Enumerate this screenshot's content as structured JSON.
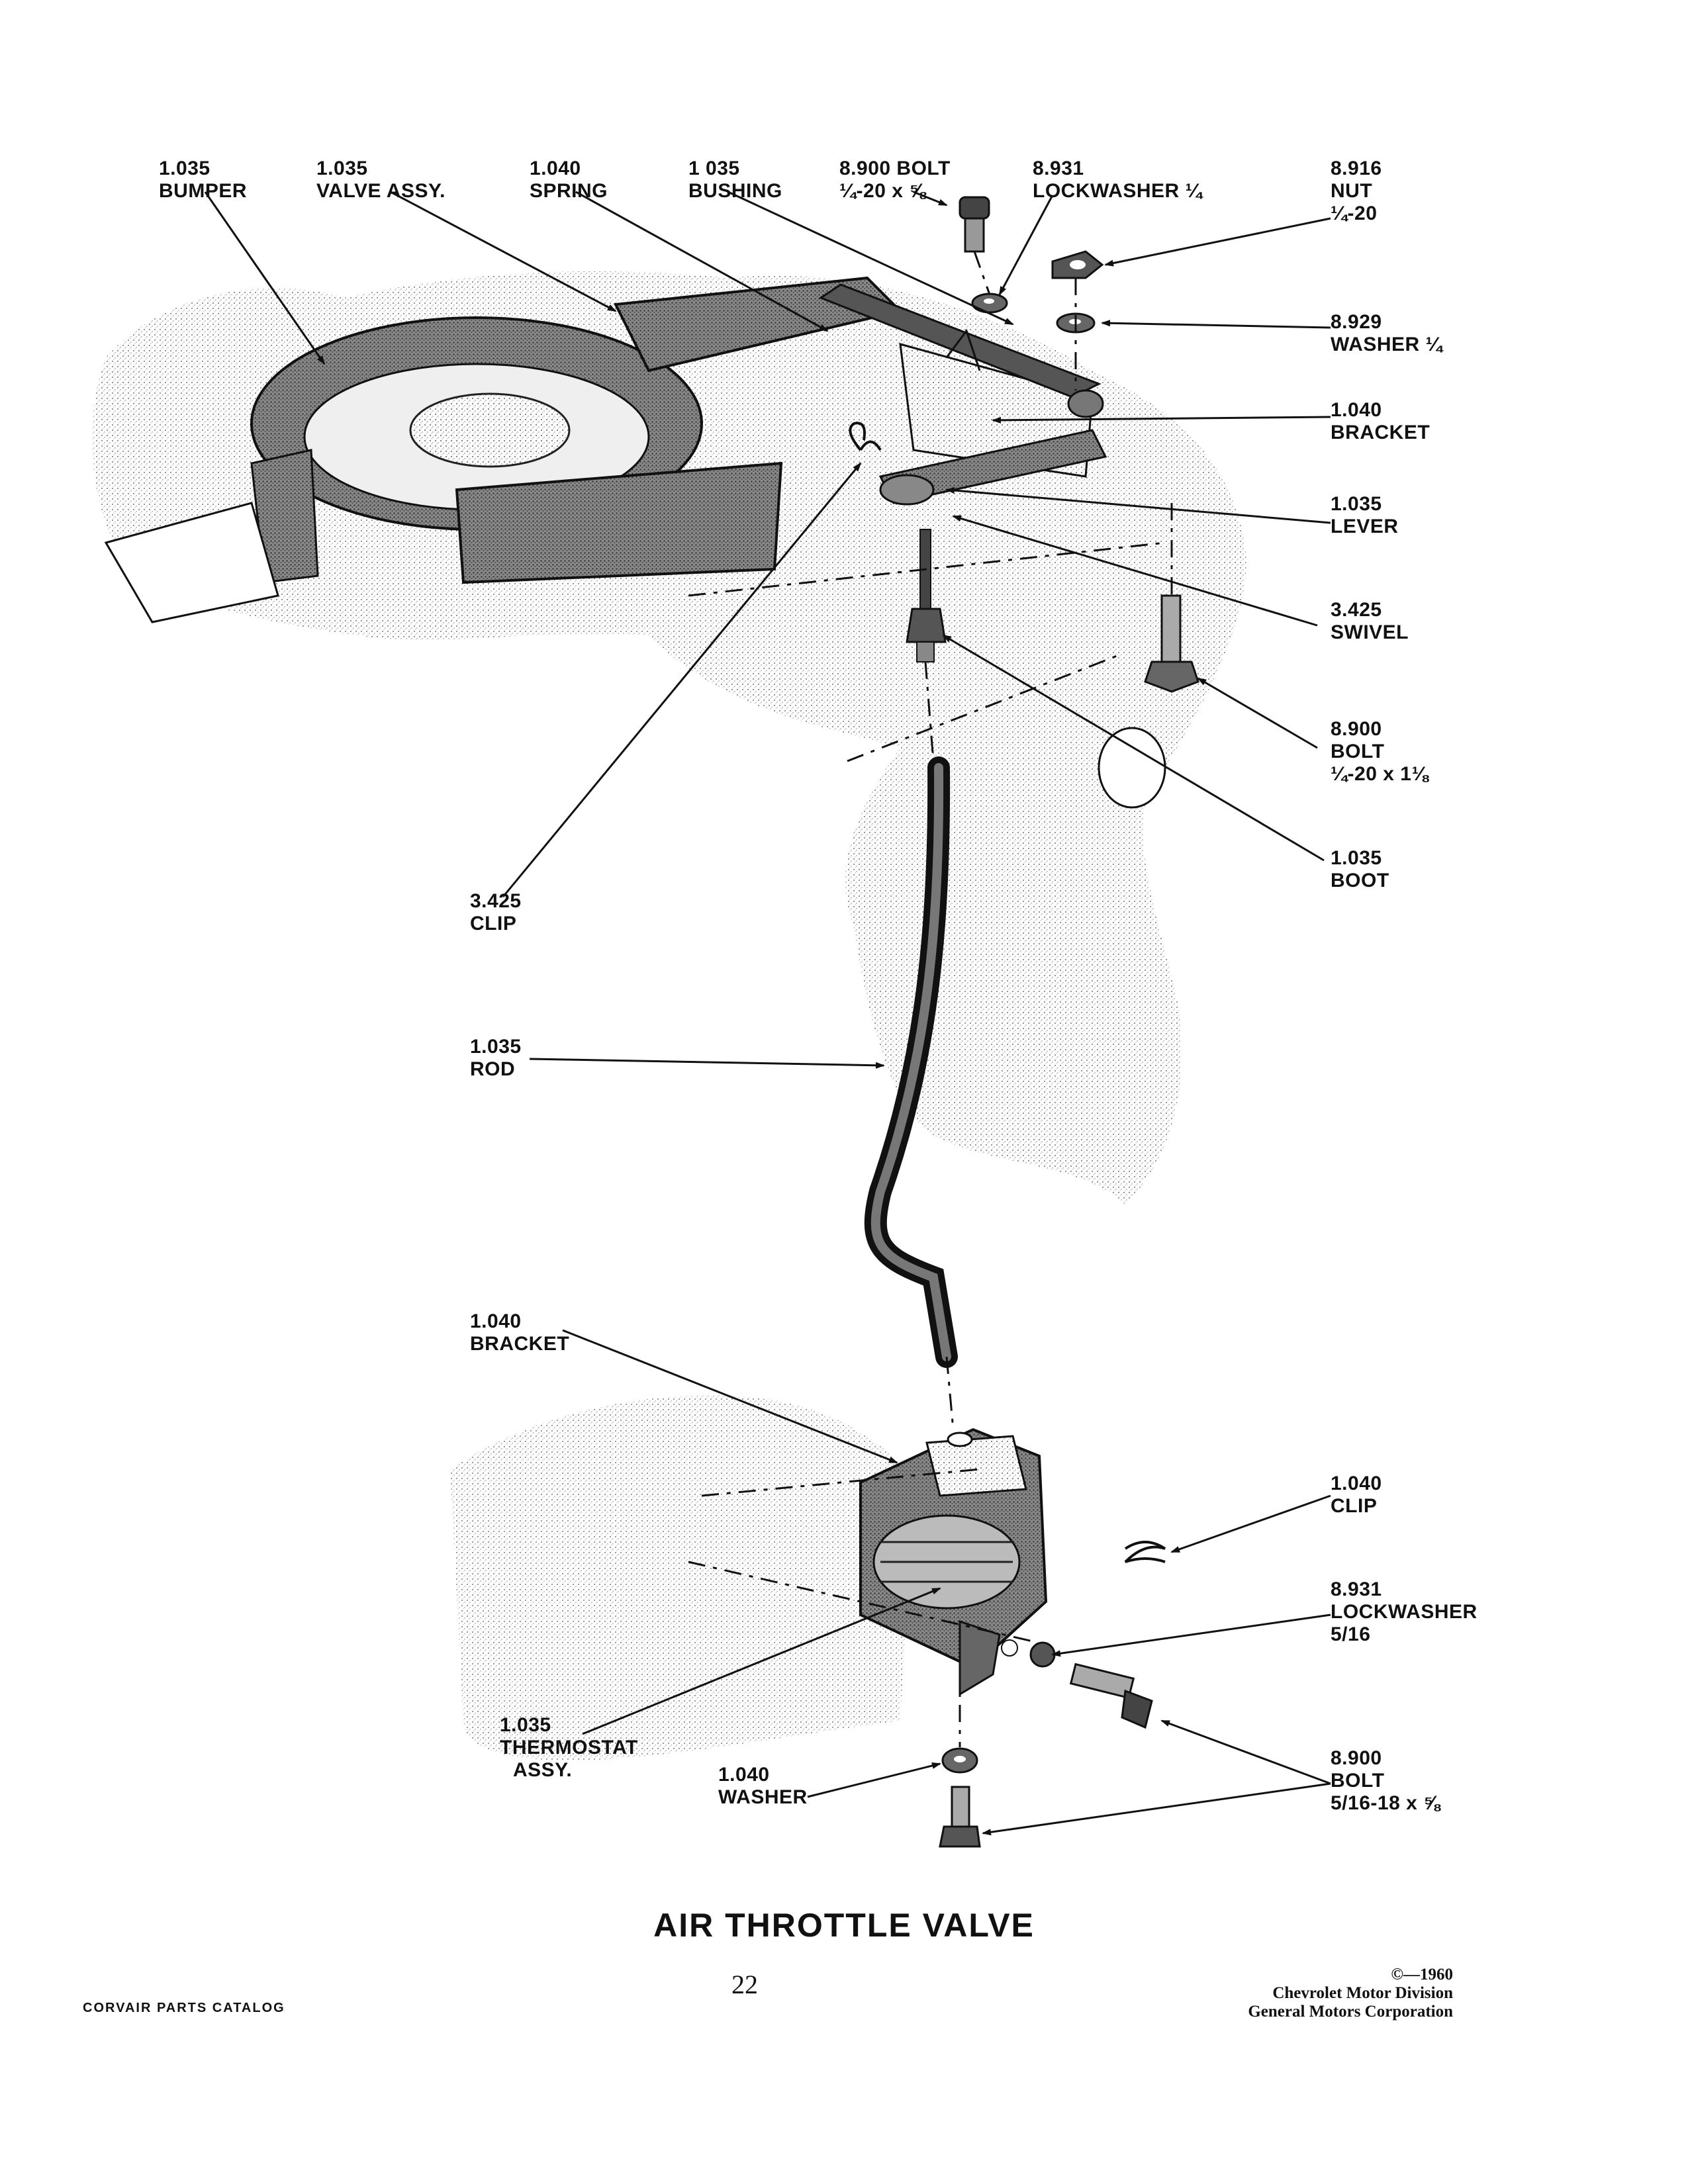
{
  "figure_title": "AIR THROTTLE VALVE",
  "page_number": "22",
  "catalog_name": "CORVAIR PARTS CATALOG",
  "copyright": {
    "line1": "©—1960",
    "line2": "Chevrolet Motor Division",
    "line3": "General Motors Corporation"
  },
  "callouts": {
    "bumper": {
      "code": "1.035",
      "name": "BUMPER"
    },
    "valve_assy": {
      "code": "1.035",
      "name": "VALVE ASSY."
    },
    "spring": {
      "code": "1.040",
      "name": "SPRING"
    },
    "bushing": {
      "code": "1 035",
      "name": "BUSHING"
    },
    "bolt_top": {
      "code": "8.900 BOLT",
      "name": "¼-20 x ⅝"
    },
    "lockwasher_top": {
      "code": "8.931",
      "name": "LOCKWASHER ¼"
    },
    "nut": {
      "code": "8.916",
      "name": "NUT",
      "size": "¼-20"
    },
    "washer_top": {
      "code": "8.929",
      "name": "WASHER ¼"
    },
    "bracket_top": {
      "code": "1.040",
      "name": "BRACKET"
    },
    "lever": {
      "code": "1.035",
      "name": "LEVER"
    },
    "swivel": {
      "code": "3.425",
      "name": "SWIVEL"
    },
    "bolt_mid": {
      "code": "8.900",
      "name": "BOLT",
      "size": "¼-20 x 1⅛"
    },
    "boot": {
      "code": "1.035",
      "name": "BOOT"
    },
    "clip_top": {
      "code": "3.425",
      "name": "CLIP"
    },
    "rod": {
      "code": "1.035",
      "name": "ROD"
    },
    "bracket_bottom": {
      "code": "1.040",
      "name": "BRACKET"
    },
    "clip_bottom": {
      "code": "1.040",
      "name": "CLIP"
    },
    "lockwasher_bottom": {
      "code": "8.931",
      "name": "LOCKWASHER",
      "size": "5/16"
    },
    "thermostat": {
      "code": "1.035",
      "name": "THERMOSTAT",
      "name2": "ASSY."
    },
    "washer_bottom": {
      "code": "1.040",
      "name": "WASHER"
    },
    "bolt_bottom": {
      "code": "8.900",
      "name": "BOLT",
      "size": "5/16-18 x ⅝"
    }
  }
}
